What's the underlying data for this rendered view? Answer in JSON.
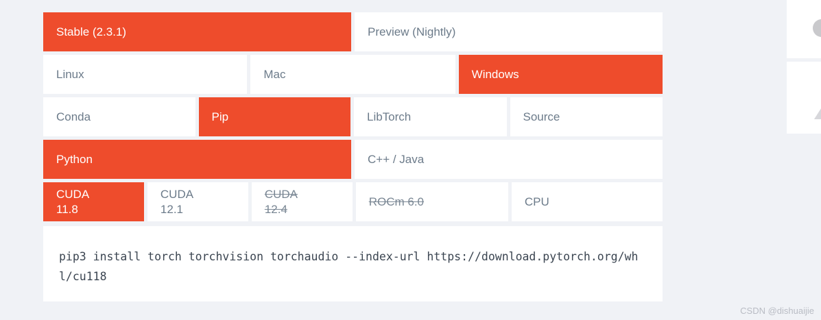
{
  "brand": {
    "accent_color": "#ee4c2c",
    "page_background": "#f0f2f6",
    "cell_background": "#ffffff",
    "text_color": "#6c7b8a",
    "selected_text_color": "#ffffff"
  },
  "selector": {
    "rows": [
      {
        "name": "pytorch-build",
        "options": [
          {
            "label": "Stable (2.3.1)",
            "selected": true,
            "disabled": false
          },
          {
            "label": "Preview (Nightly)",
            "selected": false,
            "disabled": false
          }
        ]
      },
      {
        "name": "your-os",
        "options": [
          {
            "label": "Linux",
            "selected": false,
            "disabled": false
          },
          {
            "label": "Mac",
            "selected": false,
            "disabled": false
          },
          {
            "label": "Windows",
            "selected": true,
            "disabled": false
          }
        ]
      },
      {
        "name": "package",
        "options": [
          {
            "label": "Conda",
            "selected": false,
            "disabled": false
          },
          {
            "label": "Pip",
            "selected": true,
            "disabled": false
          },
          {
            "label": "LibTorch",
            "selected": false,
            "disabled": false
          },
          {
            "label": "Source",
            "selected": false,
            "disabled": false
          }
        ]
      },
      {
        "name": "language",
        "options": [
          {
            "label": "Python",
            "selected": true,
            "disabled": false
          },
          {
            "label": "C++ / Java",
            "selected": false,
            "disabled": false
          }
        ]
      },
      {
        "name": "compute-platform",
        "options": [
          {
            "label": "CUDA\n11.8",
            "selected": true,
            "disabled": false
          },
          {
            "label": "CUDA\n12.1",
            "selected": false,
            "disabled": false
          },
          {
            "label": "CUDA\n12.4",
            "selected": false,
            "disabled": true
          },
          {
            "label": "ROCm 6.0",
            "selected": false,
            "disabled": true
          },
          {
            "label": "CPU",
            "selected": false,
            "disabled": false
          }
        ]
      }
    ]
  },
  "command": {
    "text": "pip3 install torch torchvision torchaudio --index-url https://download.pytorch.org/whl/cu118"
  },
  "watermark": {
    "text": "CSDN @dishuaijie"
  }
}
